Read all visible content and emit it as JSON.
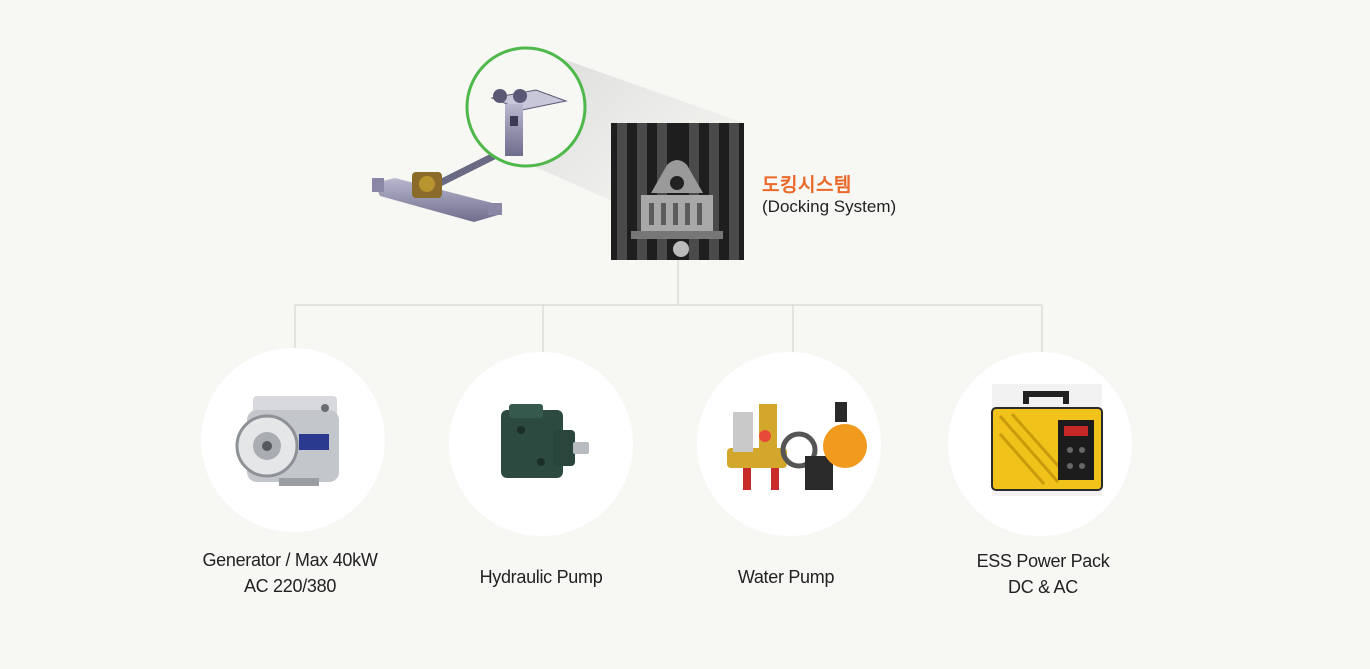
{
  "docking": {
    "title_kr": "도킹시스템",
    "title_en": "(Docking System)",
    "image_icon": "docking-mechanism-photo",
    "arm_icon": "docking-arm-assembly"
  },
  "colors": {
    "background": "#f7f7f3",
    "accent_orange": "#e96a2a",
    "highlight_green": "#4fb84a",
    "connector_line": "#d6d6d2"
  },
  "products": [
    {
      "icon": "generator-icon",
      "line1": "Generator / Max 40kW",
      "line2": "AC 220/380"
    },
    {
      "icon": "hydraulic-pump-icon",
      "line1": "Hydraulic Pump",
      "line2": ""
    },
    {
      "icon": "water-pump-icon",
      "line1": "Water Pump",
      "line2": ""
    },
    {
      "icon": "ess-power-pack-icon",
      "line1": "ESS Power Pack",
      "line2": "DC & AC"
    }
  ]
}
